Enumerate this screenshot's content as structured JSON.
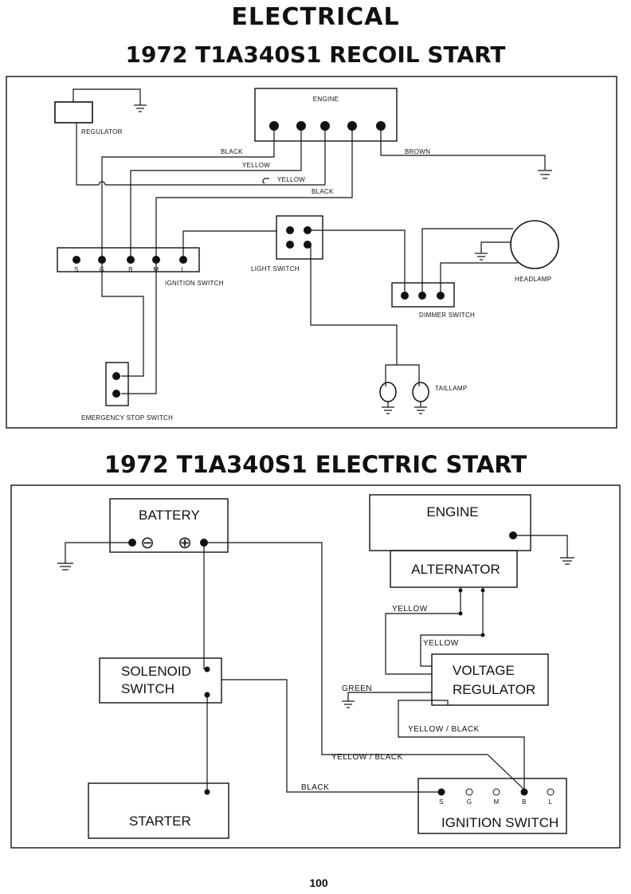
{
  "header": {
    "title": "ELECTRICAL",
    "recoil_title": "1972 T1A340S1 RECOIL START",
    "electric_title": "1972 T1A340S1 ELECTRIC START"
  },
  "recoil": {
    "regulator": "REGULATOR",
    "engine": "ENGINE",
    "wires": {
      "black1": "BLACK",
      "yellow1": "YELLOW",
      "yellow2": "YELLOW",
      "black2": "BLACK",
      "brown": "BROWN"
    },
    "ignition_switch": "IGNITION SWITCH",
    "ignition_terminals": [
      "S",
      "G",
      "B",
      "M",
      "L"
    ],
    "light_switch": "LIGHT SWITCH",
    "headlamp": "HEADLAMP",
    "dimmer_switch": "DIMMER SWITCH",
    "taillamp": "TAILLAMP",
    "emergency_stop_switch": "EMERGENCY STOP SWITCH"
  },
  "electric": {
    "battery": "BATTERY",
    "battery_neg": "⊖",
    "battery_pos": "⊕",
    "engine": "ENGINE",
    "alternator": "ALTERNATOR",
    "solenoid_line1": "SOLENOID",
    "solenoid_line2": "SWITCH",
    "voltage_line1": "VOLTAGE",
    "voltage_line2": "REGULATOR",
    "starter": "STARTER",
    "ignition_switch": "IGNITION SWITCH",
    "ignition_terminals": [
      "S",
      "G",
      "M",
      "B",
      "L"
    ],
    "wires": {
      "yellow1": "YELLOW",
      "yellow2": "YELLOW",
      "green": "GREEN",
      "yellow_black1": "YELLOW / BLACK",
      "yellow_black2": "YELLOW / BLACK",
      "black": "BLACK"
    }
  },
  "page_number": "100"
}
